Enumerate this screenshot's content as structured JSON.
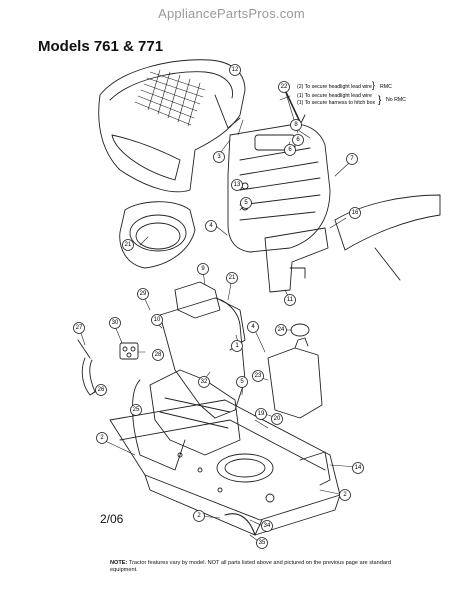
{
  "header": {
    "watermark": "AppliancePartsPros.com",
    "models": "Models 761 & 771"
  },
  "callout_note": {
    "line1": "(2) To secure headlight lead wire",
    "rmc": "RMC",
    "line2": "(1) To secure headlight lead wire",
    "line3": "(1) To secure harness to hitch box",
    "no_rmc": "No RMC"
  },
  "part_numbers": [
    "12",
    "22",
    "6",
    "8",
    "3",
    "7",
    "13",
    "5",
    "6",
    "4",
    "16",
    "21",
    "9",
    "21",
    "11",
    "10",
    "29",
    "30",
    "28",
    "27",
    "4",
    "24",
    "26",
    "32",
    "1",
    "5",
    "23",
    "25",
    "19",
    "20",
    "2",
    "14",
    "2",
    "2",
    "34",
    "35"
  ],
  "footer": {
    "date": "2/06",
    "note_label": "NOTE:",
    "note_text": "Tractor features vary by model. NOT all parts listed above and pictured on the previous page are standard equipment."
  }
}
